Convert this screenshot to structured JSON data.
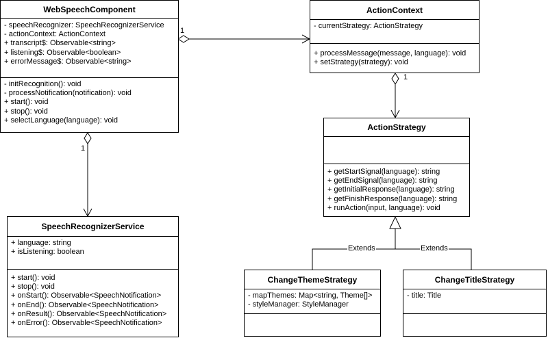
{
  "classes": {
    "web_speech_component": {
      "name": "WebSpeechComponent",
      "attributes": [
        "- speechRecognizer: SpeechRecognizerService",
        "- actionContext: ActionContext",
        "+ transcript$: Observable<string>",
        "+ listening$: Observable<boolean>",
        "+ errorMessage$: Observable<string>"
      ],
      "methods": [
        "- initRecognition(): void",
        "- processNotification(notification): void",
        "+ start(): void",
        "+ stop(): void",
        "+ selectLanguage(language): void"
      ]
    },
    "action_context": {
      "name": "ActionContext",
      "attributes": [
        "- currentStrategy: ActionStrategy"
      ],
      "methods": [
        "+ processMessage(message, language): void",
        "+ setStrategy(strategy): void"
      ]
    },
    "action_strategy": {
      "name": "ActionStrategy",
      "attributes": [],
      "methods": [
        "+ getStartSignal(language): string",
        "+ getEndSignal(language): string",
        "+ getInitialResponse(language): string",
        "+ getFinishResponse(language): string",
        "+ runAction(input, language): void"
      ]
    },
    "speech_recognizer_service": {
      "name": "SpeechRecognizerService",
      "attributes": [
        "+ language: string",
        "+ isListening: boolean"
      ],
      "methods": [
        "+ start(): void",
        "+ stop(): void",
        "+ onStart(): Observable<SpeechNotification>",
        "+ onEnd(): Observable<SpeechNotification>",
        "+ onResult(): Observable<SpeechNotification>",
        "+ onError(): Observable<SpeechNotification>"
      ]
    },
    "change_theme_strategy": {
      "name": "ChangeThemeStrategy",
      "attributes": [
        "- mapThemes: Map<string, Theme[]>",
        "- styleManager: StyleManager"
      ],
      "methods": []
    },
    "change_title_strategy": {
      "name": "ChangeTitleStrategy",
      "attributes": [
        "- title: Title"
      ],
      "methods": []
    }
  },
  "relations": {
    "component_to_context_multiplicity": "1",
    "context_to_strategy_multiplicity": "1",
    "component_to_service_multiplicity": "1",
    "extends_label_left": "Extends",
    "extends_label_right": "Extends"
  }
}
